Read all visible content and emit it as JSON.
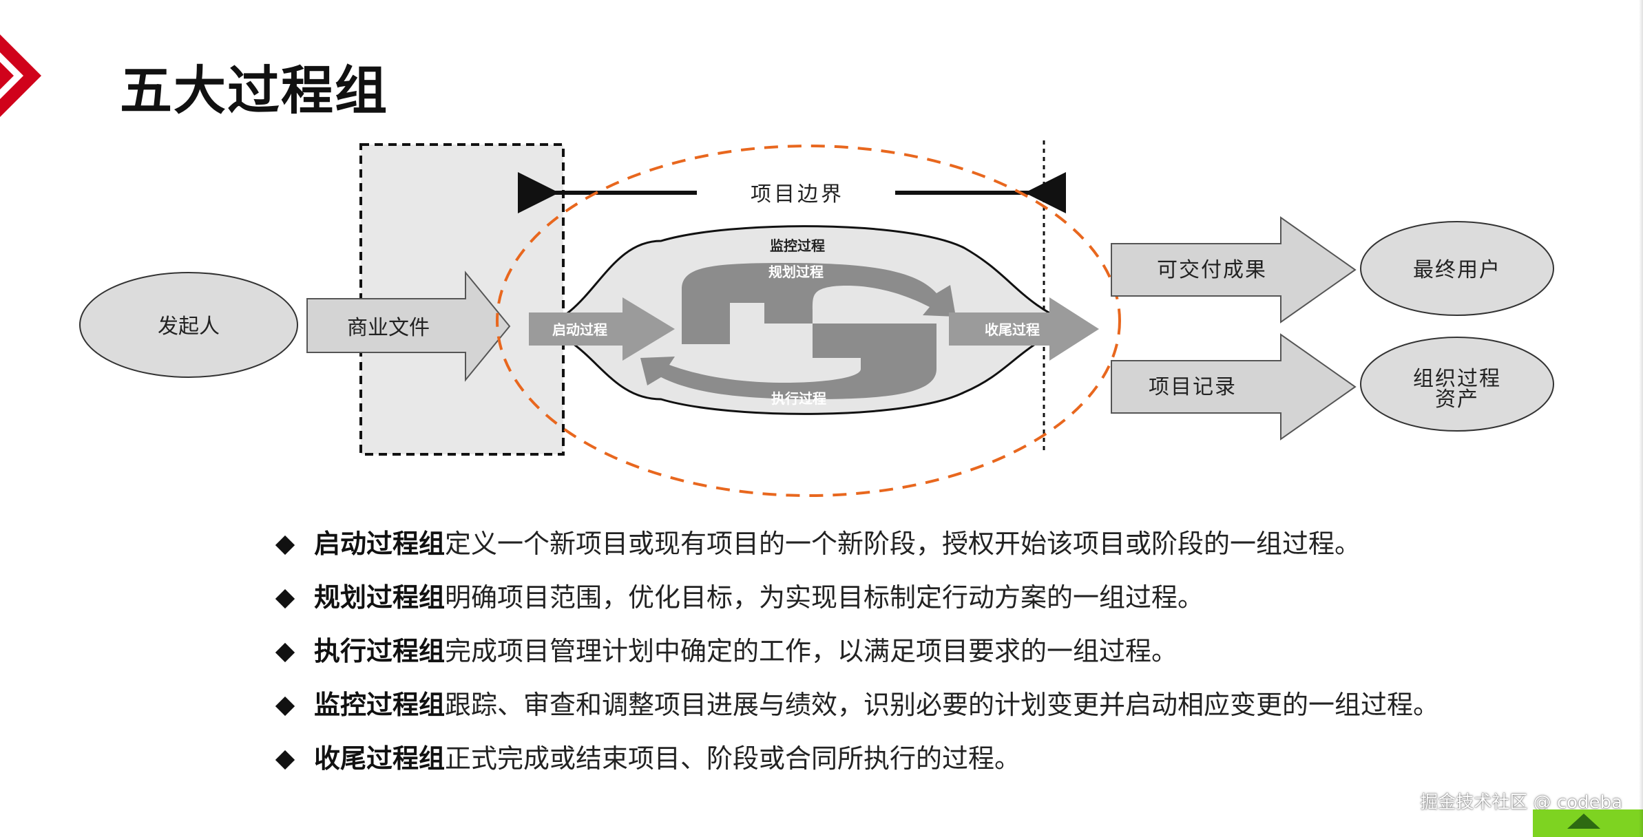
{
  "title": "五大过程组",
  "diagram": {
    "sponsor": "发起人",
    "business_docs": "商业文件",
    "project_boundary": "项目边界",
    "initiating": "启动过程",
    "planning": "规划过程",
    "monitoring": "监控过程",
    "executing": "执行过程",
    "closing": "收尾过程",
    "deliverables": "可交付成果",
    "end_users": "最终用户",
    "project_records": "项目记录",
    "org_assets_line1": "组织过程",
    "org_assets_line2": "资产"
  },
  "bullets": [
    {
      "bold": "启动过程组",
      "text": "定义一个新项目或现有项目的一个新阶段，授权开始该项目或阶段的一组过程。"
    },
    {
      "bold": "规划过程组",
      "text": "明确项目范围，优化目标，为实现目标制定行动方案的一组过程。"
    },
    {
      "bold": "执行过程组",
      "text": "完成项目管理计划中确定的工作，以满足项目要求的一组过程。"
    },
    {
      "bold": "监控过程组",
      "text": "跟踪、审查和调整项目进展与绩效，识别必要的计划变更并启动相应变更的一组过程。"
    },
    {
      "bold": "收尾过程组",
      "text": "正式完成或结束项目、阶段或合同所执行的过程。"
    }
  ],
  "watermark": "掘金技术社区 @ codeba",
  "colors": {
    "accent_red": "#d0021b",
    "boundary_orange": "#e8671e",
    "shape_fill": "#d9d9d9",
    "cycle_gray": "#8c8c8c"
  }
}
